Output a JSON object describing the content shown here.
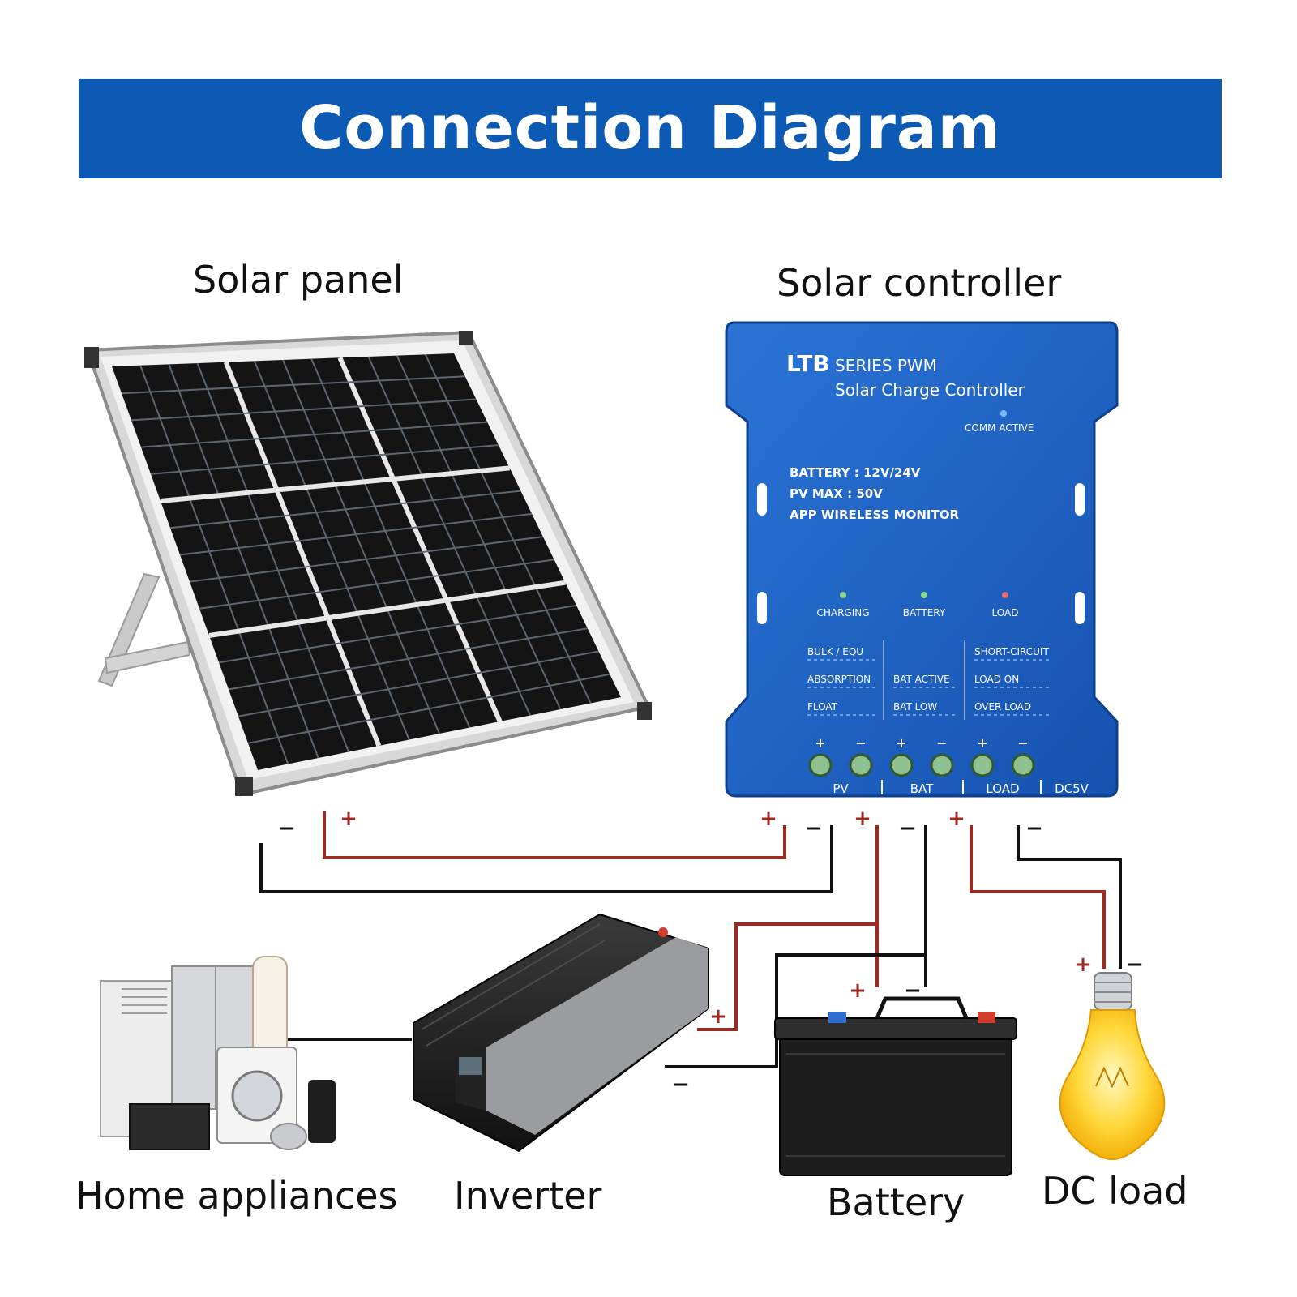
{
  "banner": {
    "title": "Connection Diagram",
    "color": "#0d5ab4"
  },
  "components": {
    "solar_panel": "Solar panel",
    "solar_controller": "Solar controller",
    "home_appliances": "Home appliances",
    "inverter": "Inverter",
    "battery": "Battery",
    "dc_load": "DC load"
  },
  "controller": {
    "brand": "LTB",
    "series": "SERIES PWM",
    "product": "Solar Charge Controller",
    "comm_label": "COMM ACTIVE",
    "specs": [
      "BATTERY : 12V/24V",
      "PV MAX : 50V",
      "APP WIRELESS MONITOR"
    ],
    "indicators": [
      "CHARGING",
      "BATTERY",
      "LOAD"
    ],
    "status_cols": [
      [
        "BULK / EQU",
        "ABSORPTION",
        "FLOAT"
      ],
      [
        "BAT ACTIVE",
        "BAT LOW"
      ],
      [
        "SHORT-CIRCUIT",
        "LOAD ON",
        "OVER LOAD"
      ]
    ],
    "terminal_signs": [
      "+",
      "−",
      "+",
      "−",
      "+",
      "−"
    ],
    "terminal_groups": [
      "PV",
      "BAT",
      "LOAD",
      "DC5V"
    ],
    "body_color": "#1f63c4"
  },
  "polarity": {
    "plus": "+",
    "minus": "−"
  },
  "wires": {
    "positive_color": "#9b2a22",
    "negative_color": "#111111"
  }
}
